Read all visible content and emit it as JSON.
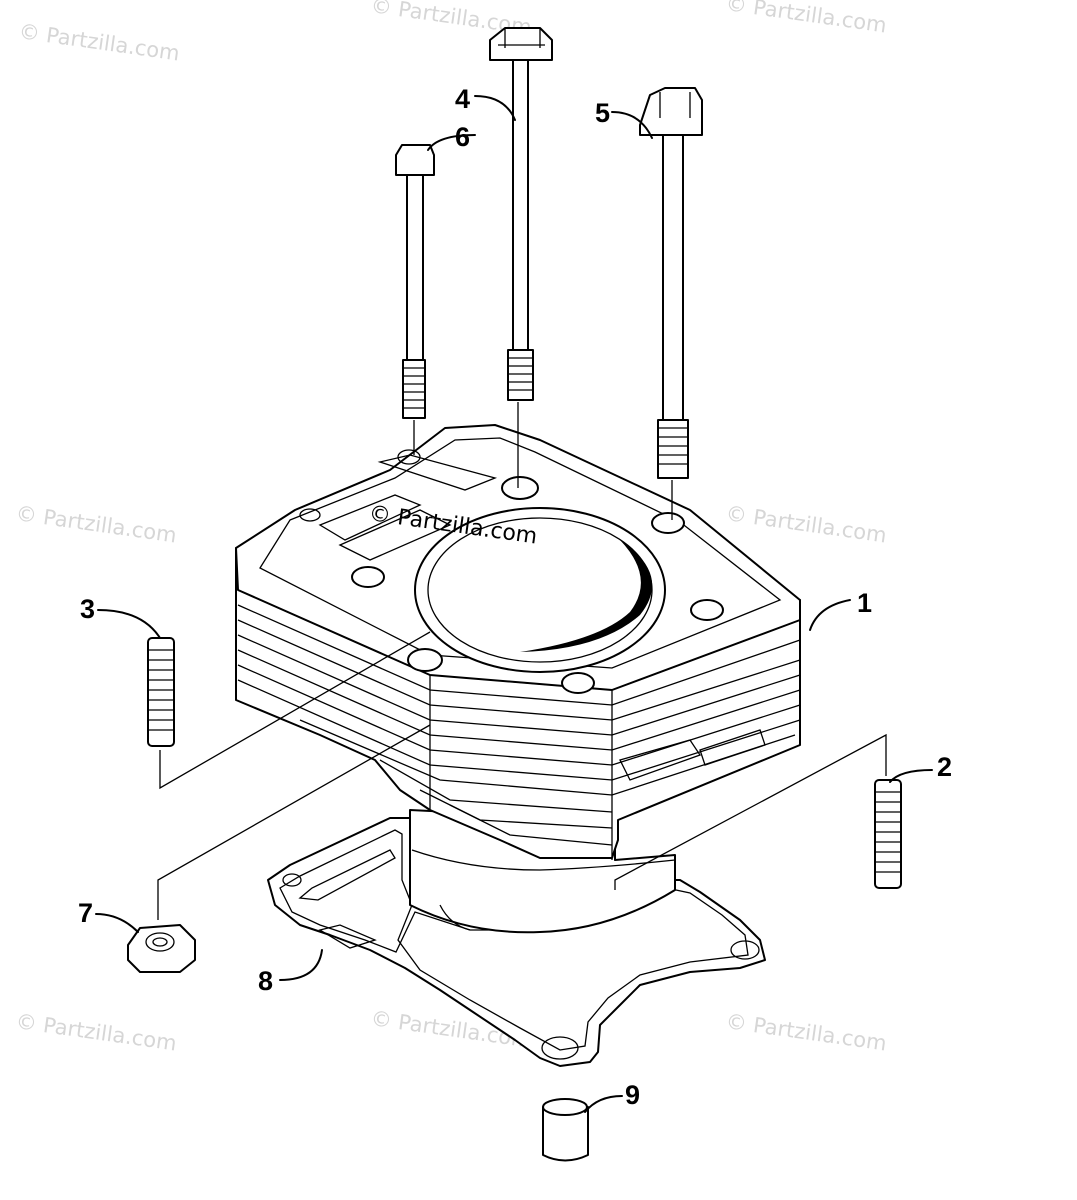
{
  "diagram": {
    "watermark": "© Partzilla.com",
    "callouts": [
      "1",
      "2",
      "3",
      "4",
      "5",
      "6",
      "7",
      "8",
      "9"
    ],
    "colors": {
      "line": "#000000",
      "background": "#ffffff",
      "watermark": "#d6d6d6"
    }
  }
}
